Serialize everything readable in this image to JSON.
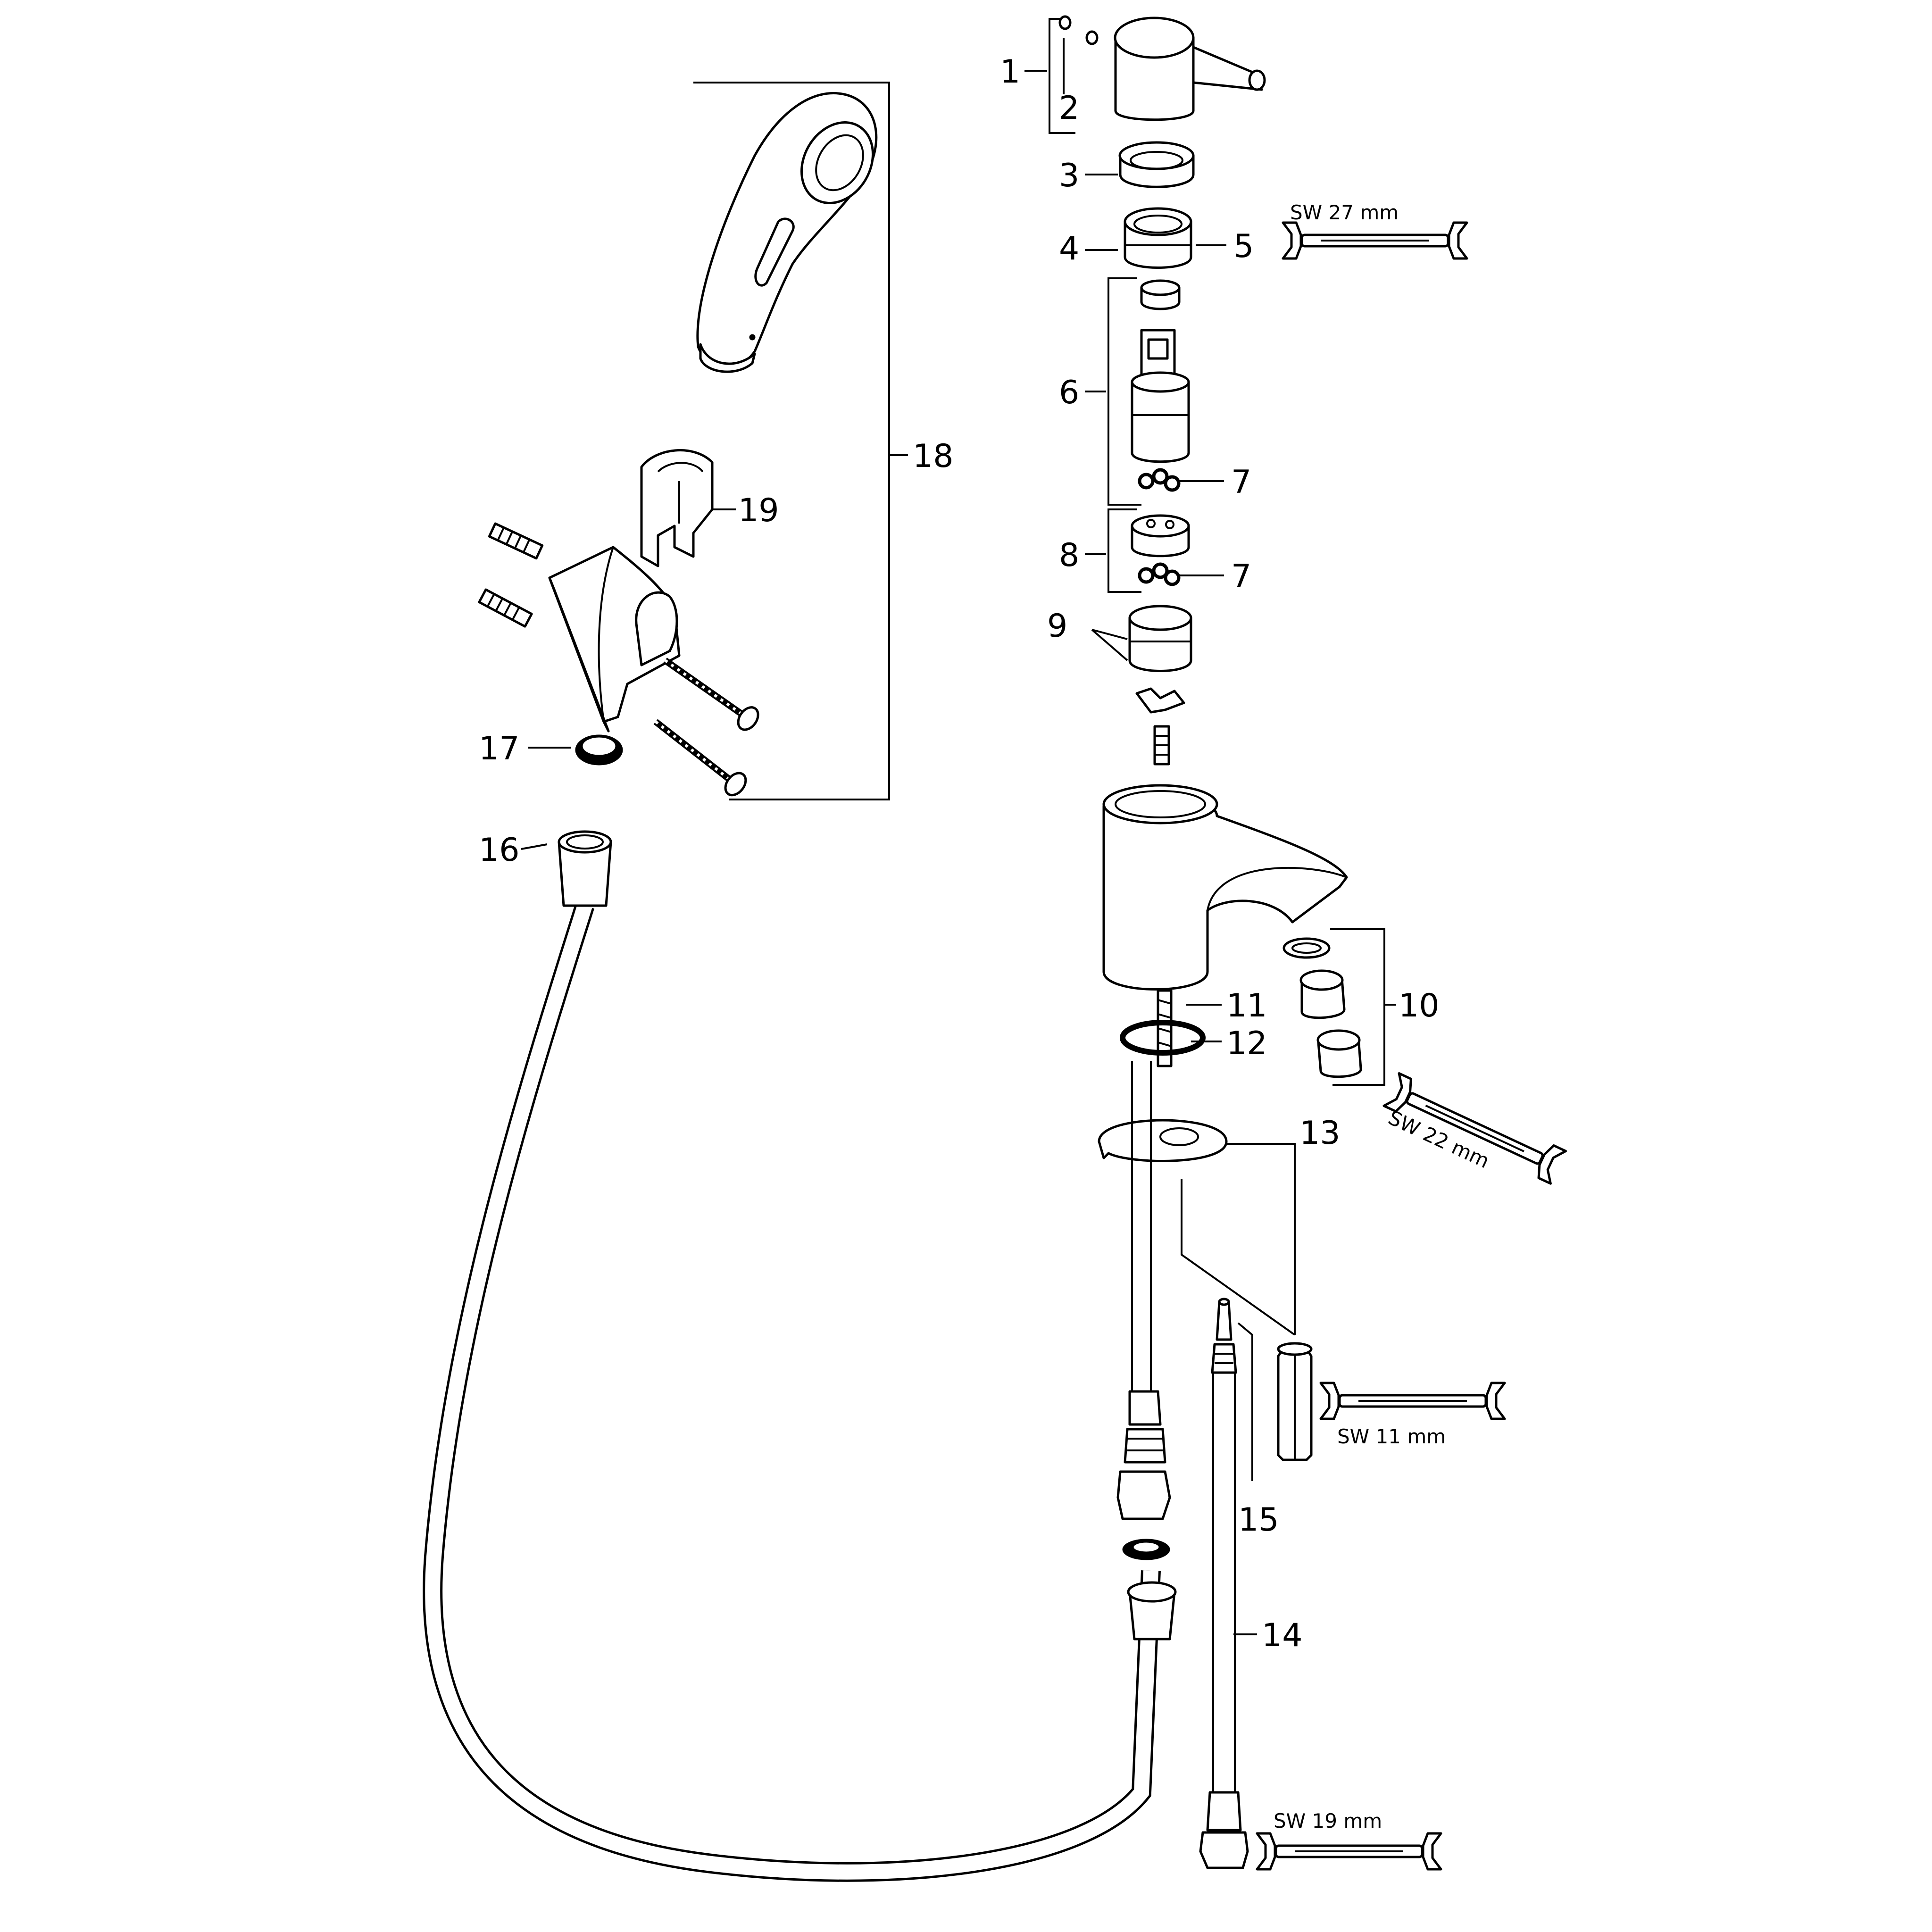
{
  "part_labels": [
    "1",
    "2",
    "3",
    "4",
    "5",
    "6",
    "7",
    "7",
    "8",
    "9",
    "10",
    "11",
    "12",
    "13",
    "14",
    "15",
    "16",
    "17",
    "18",
    "19"
  ],
  "wrench_sizes": [
    "SW 27 mm",
    "SW 22 mm",
    "SW 11 mm",
    "SW 19 mm"
  ]
}
